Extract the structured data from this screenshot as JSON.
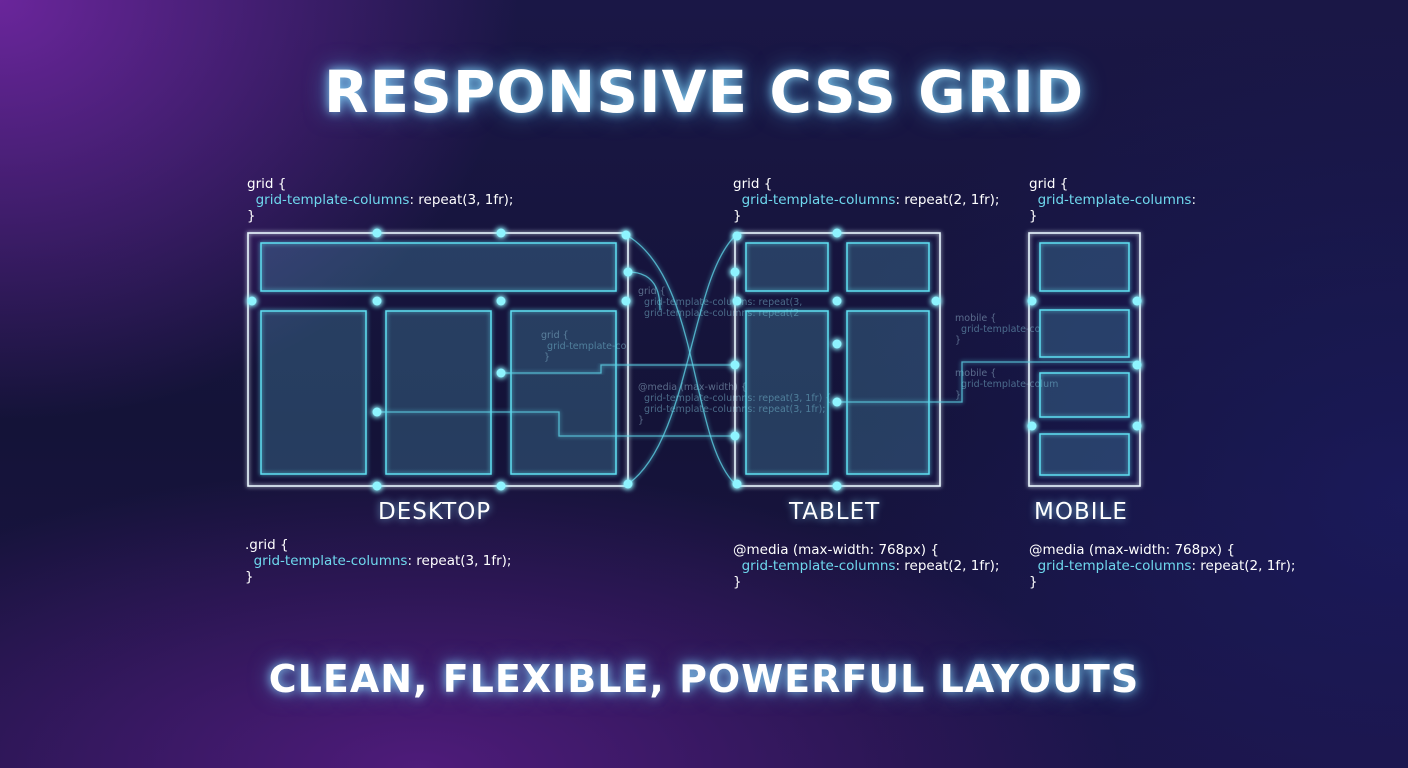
{
  "title": "RESPONSIVE CSS GRID",
  "tagline": "CLEAN, FLEXIBLE, POWERFUL LAYOUTS",
  "colors": {
    "accent": "#5fe0f2",
    "code_property": "#6fd8ee",
    "frame": "#e9f7ff",
    "background": "#151339"
  },
  "devices": {
    "desktop": {
      "label": "DESKTOP",
      "code_top": {
        "l1": "grid {",
        "prop": "grid-template-columns",
        "value": ": repeat(3, 1fr);",
        "l3": "}"
      },
      "code_bottom": {
        "l1": ".grid {",
        "prop": "grid-template-columns",
        "value": ": repeat(3, 1fr);",
        "l3": "}"
      }
    },
    "tablet": {
      "label": "TABLET",
      "code_top": {
        "l1": "grid {",
        "prop": "grid-template-columns",
        "value": ": repeat(2, 1fr);",
        "l3": "}"
      },
      "code_bottom": {
        "l1": "@media (max-width: 768px) {",
        "prop": "grid-template-columns",
        "value": ": repeat(2, 1fr);",
        "l3": "}"
      }
    },
    "mobile": {
      "label": "MOBILE",
      "code_top": {
        "l1": "grid {",
        "prop": "grid-template-columns",
        "value": ":",
        "l3": "}"
      },
      "code_bottom": {
        "l1": "@media (max-width: 768px) {",
        "prop": "grid-template-columns",
        "value": ": repeat(2, 1fr);",
        "l3": "}"
      }
    }
  },
  "faint_code": {
    "a": {
      "l1": "grid {",
      "l2": "grid-template-columns: repeat(3,",
      "l3": "grid-template-columns: repeat(2"
    },
    "b": {
      "l1": "grid {",
      "l2": "grid-template-co",
      "l3": "}"
    },
    "c": {
      "l1": "@media (max-width) {",
      "l2": "grid-template-columns: repeat(3, 1fr) {",
      "l3": "grid-template-columns: repeat(3, 1fr);",
      "l4": "}"
    },
    "d": {
      "l1": "mobile {",
      "l2": "grid-template-co",
      "l3": "}"
    },
    "e": {
      "l1": "mobile {",
      "l2": "grid-template-colum",
      "l3": "}"
    }
  }
}
